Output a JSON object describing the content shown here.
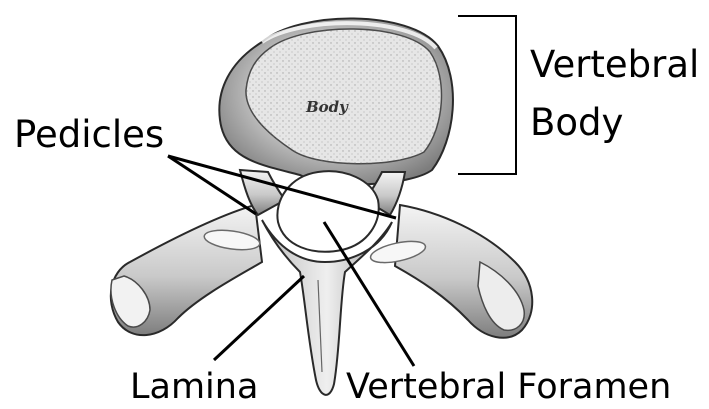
{
  "labels": {
    "pedicles": "Pedicles",
    "vertebral_body_line1": "Vertebral",
    "vertebral_body_line2": "Body",
    "lamina": "Lamina",
    "vertebral_foramen": "Vertebral Foramen",
    "body_engraving": "Body"
  },
  "colors": {
    "ink": "#000000",
    "bone_light": "#f2f2f2",
    "bone_mid": "#cfcfcf",
    "bone_dark": "#8a8a8a",
    "outline": "#2a2a2a"
  }
}
